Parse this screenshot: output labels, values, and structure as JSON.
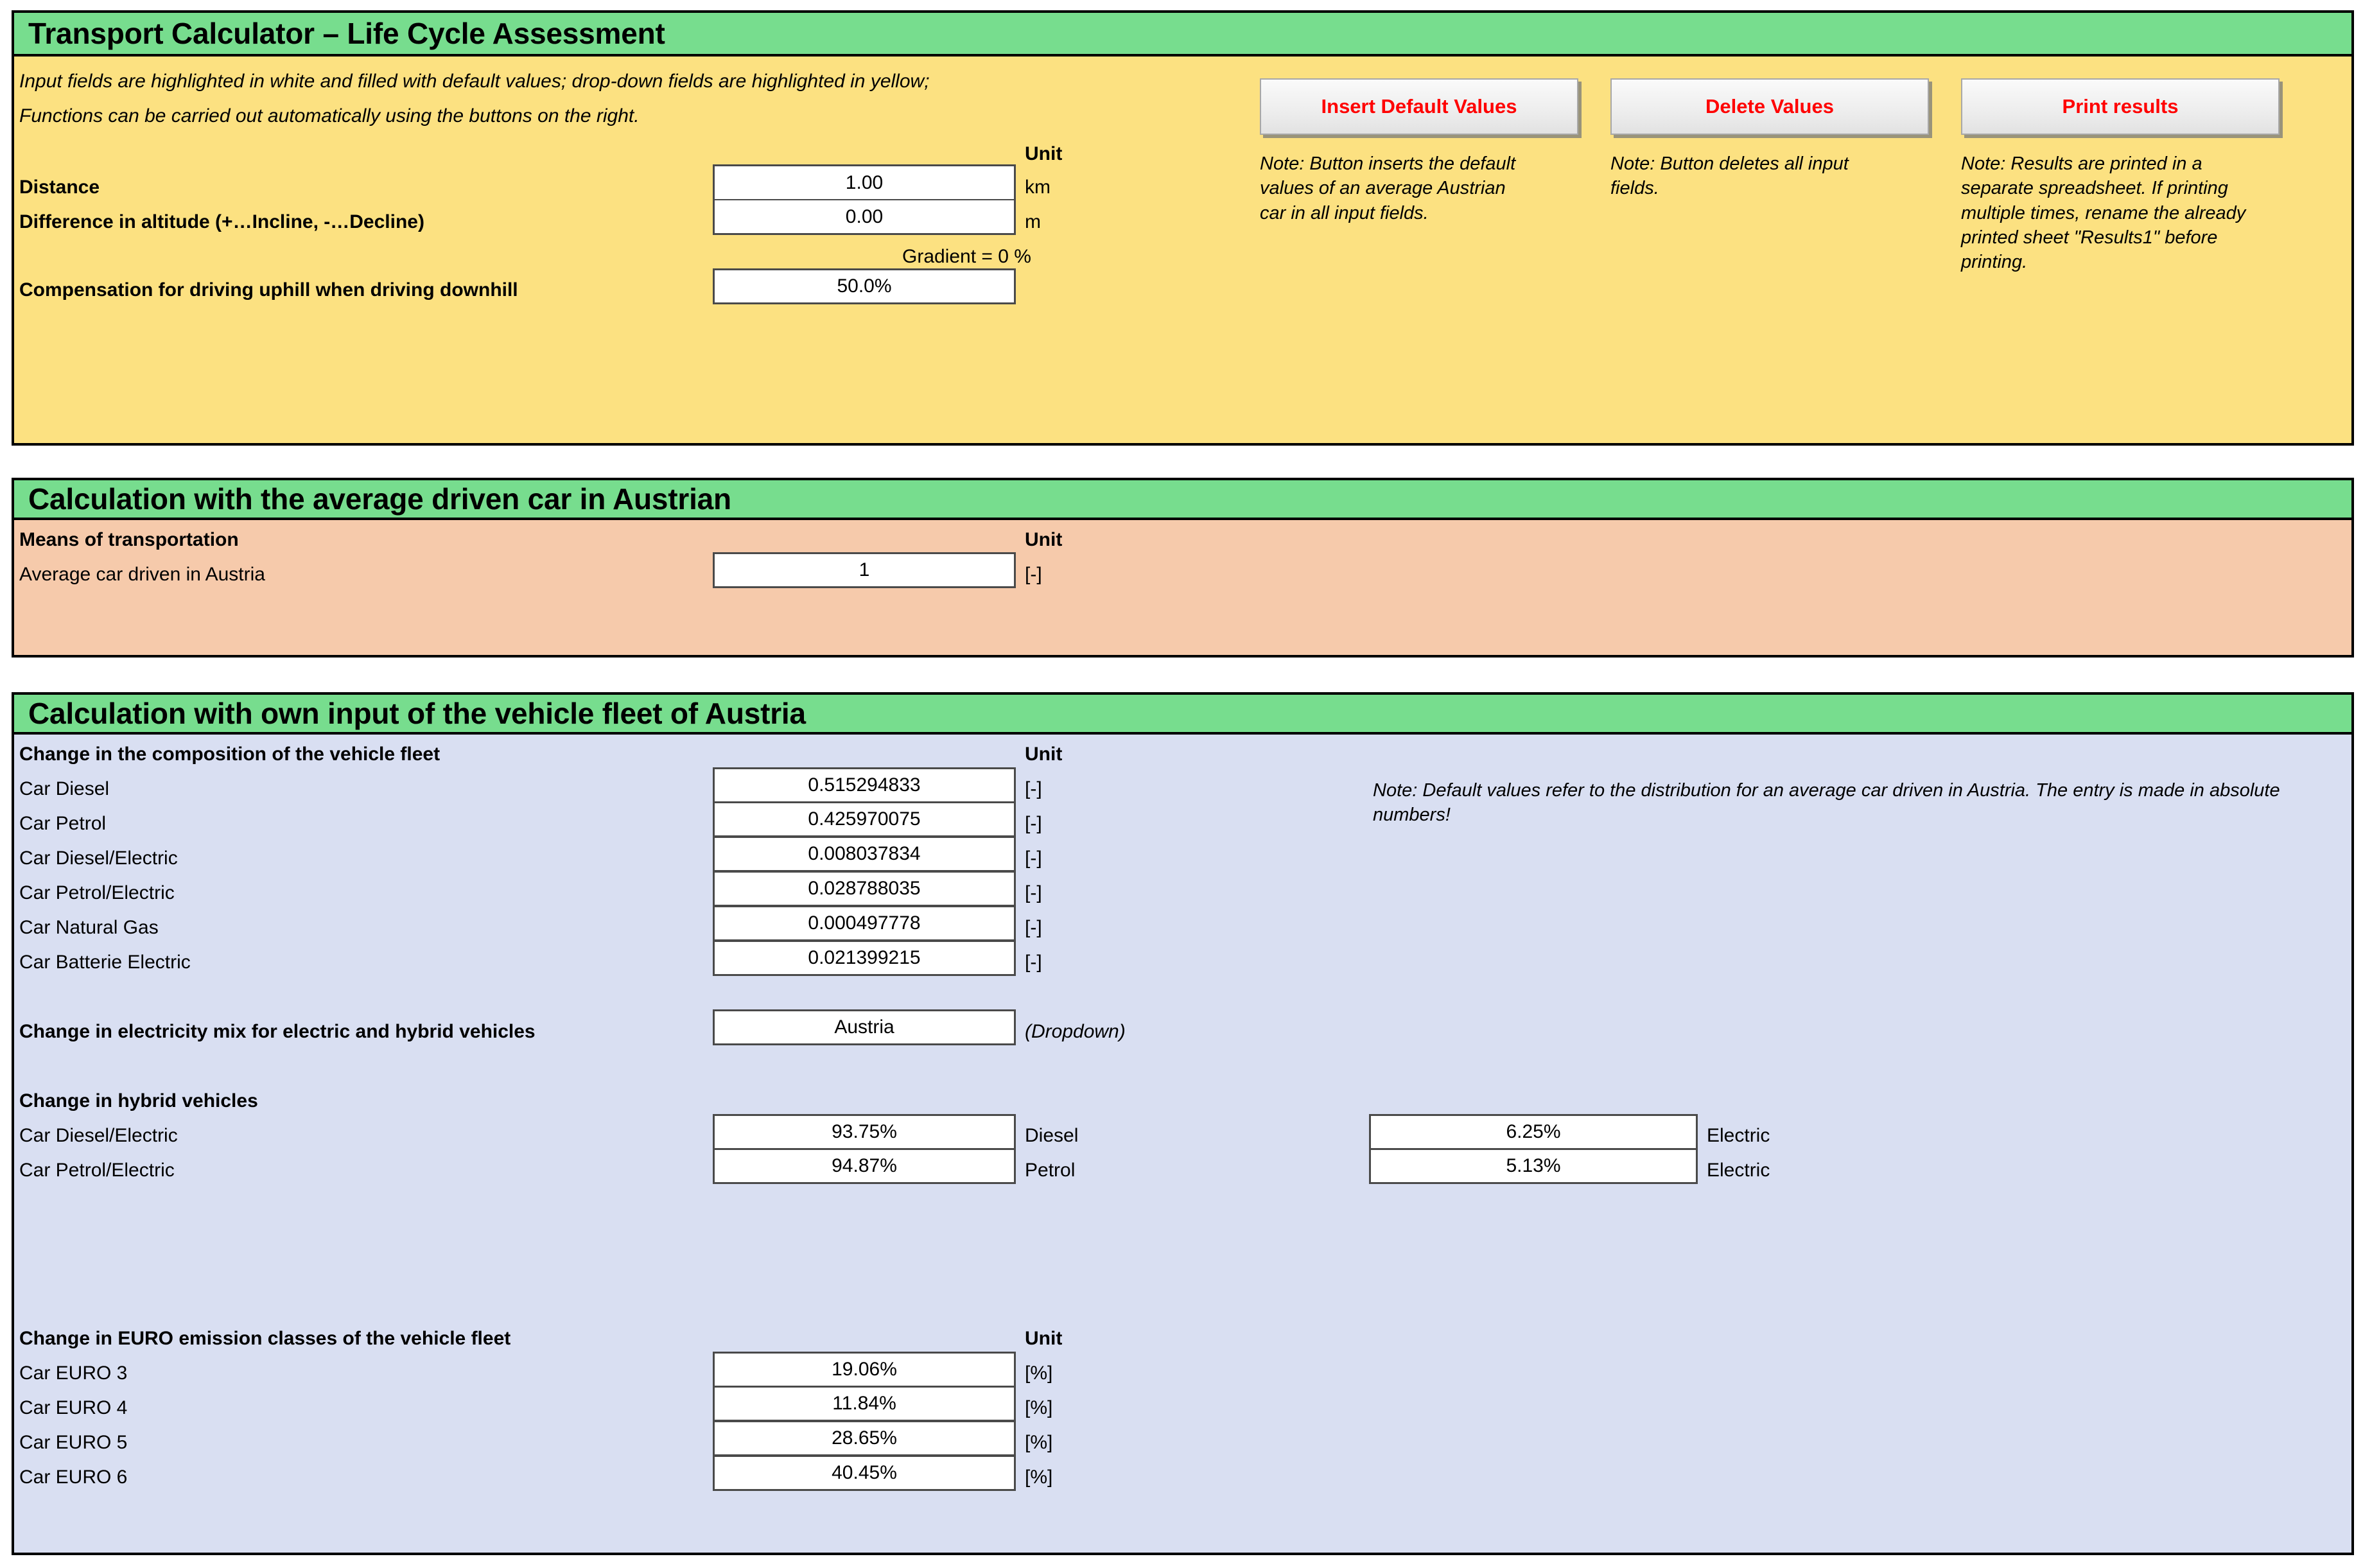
{
  "title": "Transport Calculator – Life Cycle Assessment",
  "intro": {
    "line1": "Input fields are highlighted in white and filled with default values; drop-down fields are highlighted in yellow;",
    "line2": "Functions can be carried out automatically using the buttons on the right."
  },
  "buttons": [
    {
      "label": "Insert Default Values",
      "note": "Note: Button inserts the default values of an average Austrian car in all input fields."
    },
    {
      "label": "Delete Values",
      "note": "Note: Button deletes all input fields."
    },
    {
      "label": "Print results",
      "note": "Note: Results are printed in a separate spreadsheet. If printing multiple times, rename the already printed sheet \"Results1\" before printing."
    }
  ],
  "route": {
    "unit_header": "Unit",
    "rows": [
      {
        "label": "Distance",
        "value": "1.00",
        "unit": "km"
      },
      {
        "label": "Difference in altitude (+…Incline, -…Decline)",
        "value": "0.00",
        "unit": "m"
      }
    ],
    "gradient": "Gradient = 0 %",
    "compensation": {
      "label": "Compensation for driving uphill when driving downhill",
      "value": "50.0%"
    }
  },
  "section_avg": {
    "header": "Calculation with the average driven car in Austrian",
    "subheader": "Means of transportation",
    "unit_header": "Unit",
    "row": {
      "label": "Average car driven in Austria",
      "value": "1",
      "unit": "[-]"
    }
  },
  "section_fleet": {
    "header": "Calculation with own input of the vehicle fleet of Austria",
    "composition": {
      "subheader": "Change in the composition of the vehicle fleet",
      "unit_header": "Unit",
      "note": "Note: Default values refer to the distribution for an average car driven in Austria. The entry is made in absolute numbers!",
      "rows": [
        {
          "label": "Car Diesel",
          "value": "0.515294833",
          "unit": "[-]"
        },
        {
          "label": "Car Petrol",
          "value": "0.425970075",
          "unit": "[-]"
        },
        {
          "label": "Car Diesel/Electric",
          "value": "0.008037834",
          "unit": "[-]"
        },
        {
          "label": "Car Petrol/Electric",
          "value": "0.028788035",
          "unit": "[-]"
        },
        {
          "label": "Car Natural Gas",
          "value": "0.000497778",
          "unit": "[-]"
        },
        {
          "label": "Car Batterie Electric",
          "value": "0.021399215",
          "unit": "[-]"
        }
      ]
    },
    "electricity": {
      "label": "Change in electricity mix for electric and hybrid vehicles",
      "value": "Austria",
      "hint": "(Dropdown)"
    },
    "hybrid": {
      "subheader": "Change in hybrid vehicles",
      "rows": [
        {
          "label": "Car Diesel/Electric",
          "value_a": "93.75%",
          "unit_a": "Diesel",
          "value_b": "6.25%",
          "unit_b": "Electric"
        },
        {
          "label": "Car Petrol/Electric",
          "value_a": "94.87%",
          "unit_a": "Petrol",
          "value_b": "5.13%",
          "unit_b": "Electric"
        }
      ]
    },
    "euro": {
      "subheader": "Change in EURO emission classes of the vehicle fleet",
      "unit_header": "Unit",
      "rows": [
        {
          "label": "Car EURO 3",
          "value": "19.06%",
          "unit": "[%]"
        },
        {
          "label": "Car EURO 4",
          "value": "11.84%",
          "unit": "[%]"
        },
        {
          "label": "Car EURO 5",
          "value": "28.65%",
          "unit": "[%]"
        },
        {
          "label": "Car EURO 6",
          "value": "40.45%",
          "unit": "[%]"
        }
      ]
    }
  },
  "colors": {
    "band": "#77DD8E",
    "panel_yellow": "#FCE181",
    "panel_peach": "#F6CAAB",
    "panel_blue": "#D9DFF2",
    "button_text": "#FF0000"
  }
}
